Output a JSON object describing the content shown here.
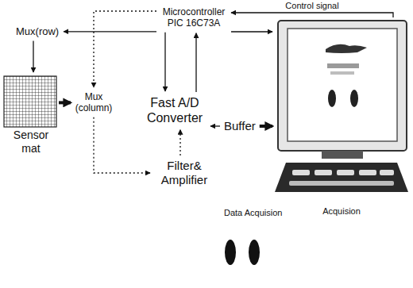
{
  "diagram": {
    "nodes": [
      {
        "text": [
          "Microcontroller PIC 16C73A"
        ]
      },
      {
        "text": [
          "Mux(row)"
        ]
      },
      {
        "text": [
          "Sensor mat"
        ]
      },
      {
        "text": [
          "Mux (column)"
        ]
      },
      {
        "text": [
          "Fast A/D Converter"
        ]
      },
      {
        "text": [
          "Filter& Amplifier"
        ]
      },
      {
        "text": [
          "Buffer"
        ]
      },
      {
        "text": [
          "Acquision"
        ]
      }
    ],
    "edges": [
      {
        "from": 0,
        "to": 1,
        "arrow": "to"
      },
      {
        "from": 1,
        "to": 2,
        "arrow": "to"
      },
      {
        "from": 2,
        "to": 3,
        "arrow": "to"
      },
      {
        "from": 0,
        "to": 3,
        "arrow": "to"
      },
      {
        "from": 3,
        "to": 5,
        "arrow": "to"
      },
      {
        "from": 5,
        "to": 4,
        "arrow": "to"
      },
      {
        "from": 0,
        "to": 4,
        "arrow": "to"
      },
      {
        "from": 4,
        "to": 0,
        "arrow": "to"
      },
      {
        "from": 6,
        "to": 4,
        "arrow": "to"
      },
      {
        "from": 6,
        "to": 7,
        "arrow": "to"
      },
      {
        "from": 7,
        "to": 0,
        "label": "Control signal",
        "arrow": "to"
      },
      {
        "from": 0,
        "to": 7,
        "arrow": "to"
      }
    ],
    "labels": [
      "Data Acquision"
    ]
  }
}
